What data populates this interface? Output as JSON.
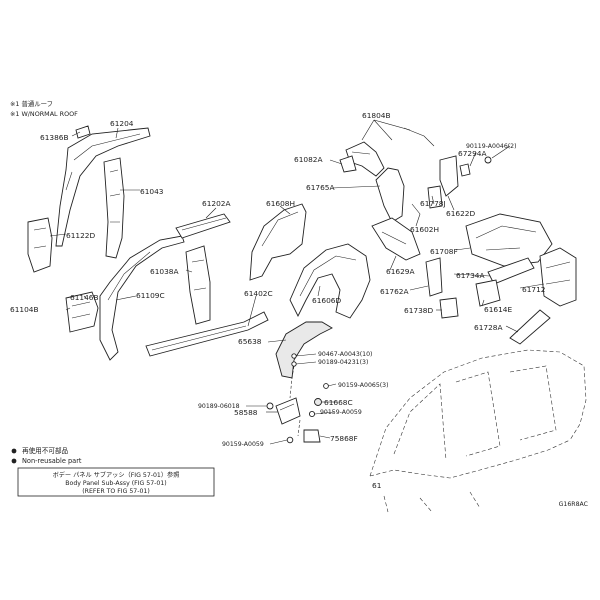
{
  "notes": {
    "line1": "※1 普通ルーフ",
    "line2": "※1 W/NORMAL ROOF"
  },
  "labels": {
    "p61386B": "61386B",
    "p61204": "61204",
    "p61043": "61043",
    "p61122D": "61122D",
    "p61104B": "61104B",
    "p61146B": "61146B",
    "p61109C": "61109C",
    "p61202A": "61202A",
    "p61038A": "61038A",
    "p61608H": "61608H",
    "p61402C": "61402C",
    "p61606D": "61606D",
    "p65638": "65638",
    "p61804B": "61804B",
    "p61082A": "61082A",
    "p61765A": "61765A",
    "p61778J": "61778J",
    "p61602H": "61602H",
    "p61622D": "61622D",
    "p67294A": "67294A",
    "p90119A0046": "90119-A0046(2)",
    "p61629A": "61629A",
    "p61708F": "61708F",
    "p61734A": "61734A",
    "p61762A": "61762A",
    "p61738D": "61738D",
    "p61614E": "61614E",
    "p61712": "61712",
    "p61728A": "61728A",
    "p90467A0043": "90467-A0043(10)",
    "p90189O4231": "90189-04231(3)",
    "p90159A0065": "90159-A0065(3)",
    "p90189O6018": "90189-06018",
    "p58588": "58588",
    "p61668C": "61668C",
    "p90159A0059a": "90159-A0059",
    "p90159A0059b": "90159-A0059",
    "p75868F": "75868F",
    "p61": "61",
    "figcode": "G16R8AC"
  },
  "legend": {
    "item1": "再使用不可部品",
    "item2": "Non-reusable part"
  },
  "refbox": {
    "line1": "ボデー パネル サブアッシ（FIG 57-01）参照",
    "line2": "Body Panel Sub-Assy (FIG 57-01)",
    "line3": "(REFER TO FIG 57-01)"
  }
}
